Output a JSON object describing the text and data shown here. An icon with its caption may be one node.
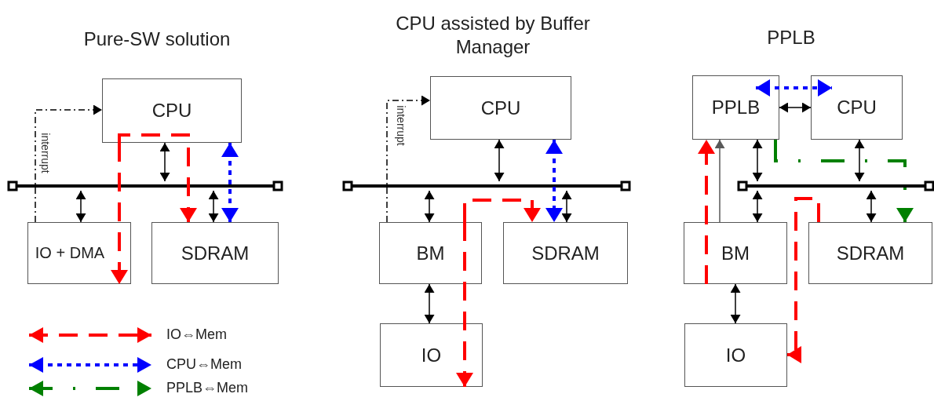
{
  "diagram": {
    "nodes": [
      {
        "text": [
          "CPU"
        ]
      },
      {
        "text": [],
        "shape": "bar"
      },
      {
        "text": [
          "IO + DMA"
        ]
      },
      {
        "text": [
          "SDRAM"
        ]
      },
      {
        "text": [
          "CPU"
        ]
      },
      {
        "text": [],
        "shape": "bar"
      },
      {
        "text": [
          "BM"
        ]
      },
      {
        "text": [
          "SDRAM"
        ]
      },
      {
        "text": [
          "IO"
        ]
      },
      {
        "text": [
          "PPLB"
        ]
      },
      {
        "text": [
          "CPU"
        ]
      },
      {
        "text": [],
        "shape": "bar"
      },
      {
        "text": [
          "BM"
        ]
      },
      {
        "text": [
          "SDRAM"
        ]
      },
      {
        "text": [
          "IO"
        ]
      }
    ],
    "edges": [
      {
        "from": 0,
        "to": 1,
        "arrow": "both"
      },
      {
        "from": 2,
        "to": 1,
        "arrow": "both"
      },
      {
        "from": 3,
        "to": 1,
        "arrow": "both"
      },
      {
        "from": 2,
        "to": 0,
        "arrow": "to",
        "label": "interrupt",
        "style": "dashed"
      },
      {
        "from": 3,
        "to": 0,
        "arrow": "both",
        "style": "dashed",
        "color": "#0000ff"
      },
      {
        "from": 0,
        "to": 2,
        "arrow": "to",
        "style": "dashed",
        "color": "#ff0000"
      },
      {
        "from": 0,
        "to": 3,
        "arrow": "to",
        "style": "dashed",
        "color": "#ff0000"
      },
      {
        "from": 4,
        "to": 5,
        "arrow": "both"
      },
      {
        "from": 6,
        "to": 5,
        "arrow": "both"
      },
      {
        "from": 7,
        "to": 5,
        "arrow": "both"
      },
      {
        "from": 6,
        "to": 8,
        "arrow": "both"
      },
      {
        "from": 6,
        "to": 4,
        "arrow": "to",
        "label": "interrupt",
        "style": "dashed"
      },
      {
        "from": 4,
        "to": 7,
        "arrow": "both",
        "style": "dashed",
        "color": "#0000ff"
      },
      {
        "from": 6,
        "to": 7,
        "arrow": "to",
        "style": "dashed",
        "color": "#ff0000"
      },
      {
        "from": 6,
        "to": 8,
        "arrow": "to",
        "style": "dashed",
        "color": "#ff0000"
      },
      {
        "from": 9,
        "to": 10,
        "arrow": "both"
      },
      {
        "from": 9,
        "to": 11,
        "arrow": "both"
      },
      {
        "from": 10,
        "to": 11,
        "arrow": "both"
      },
      {
        "from": 12,
        "to": 11,
        "arrow": "both"
      },
      {
        "from": 13,
        "to": 11,
        "arrow": "both"
      },
      {
        "from": 12,
        "to": 14,
        "arrow": "both"
      },
      {
        "from": 12,
        "to": 9,
        "arrow": "to",
        "color": "#595959"
      },
      {
        "from": 9,
        "to": 10,
        "arrow": "both",
        "style": "dashed",
        "color": "#0000ff"
      },
      {
        "from": 9,
        "to": 13,
        "arrow": "to",
        "style": "dashed",
        "color": "#008000"
      },
      {
        "from": 12,
        "to": 9,
        "arrow": "to",
        "style": "dashed",
        "color": "#ff0000"
      },
      {
        "from": 13,
        "to": 14,
        "arrow": "to",
        "style": "dashed",
        "color": "#ff0000"
      }
    ],
    "labels": [
      "Pure-SW solution",
      "CPU assisted by Buffer Manager",
      "PPLB"
    ],
    "legend": [
      {
        "text": "IO⇔Mem"
      },
      {
        "text": "CPU⇔Mem"
      },
      {
        "text": "PPLB⇔Mem"
      }
    ]
  }
}
